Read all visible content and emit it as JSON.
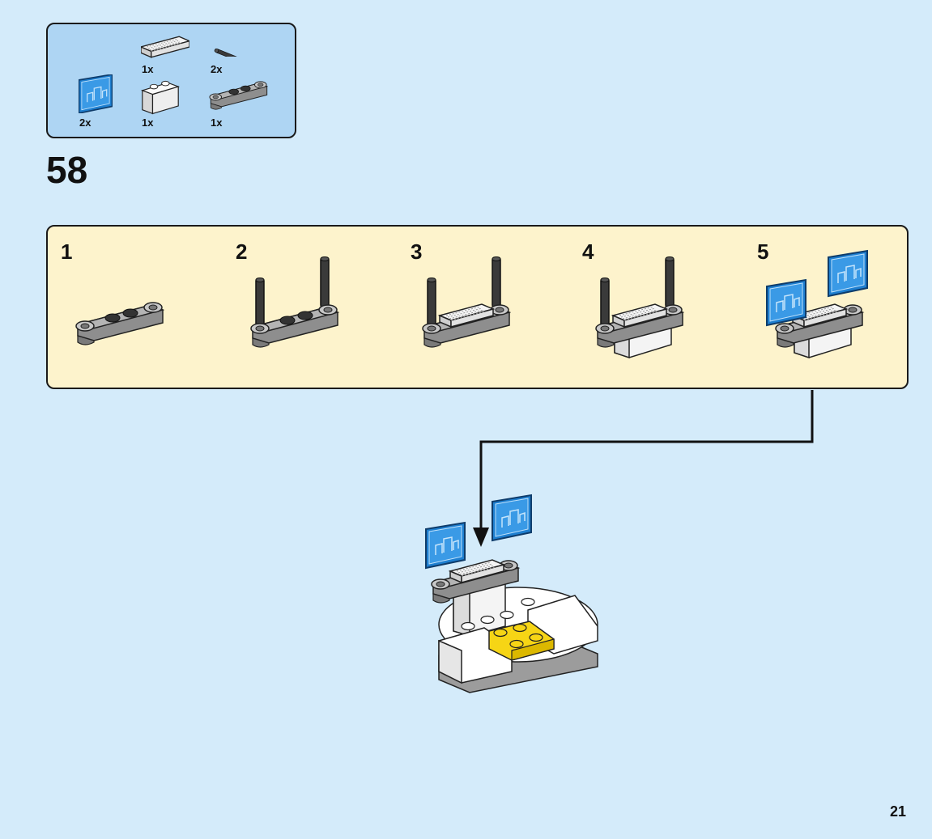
{
  "parts_list": {
    "items": [
      {
        "name": "white-printed-tile-1x2",
        "qty": "1x"
      },
      {
        "name": "black-bar",
        "qty": "2x"
      },
      {
        "name": "blue-screen-tile",
        "qty": "2x"
      },
      {
        "name": "white-brick-1x2",
        "qty": "1x"
      },
      {
        "name": "gray-plate-with-rings",
        "qty": "1x"
      }
    ]
  },
  "step": {
    "number": "58"
  },
  "substeps": [
    {
      "number": "1"
    },
    {
      "number": "2"
    },
    {
      "number": "3"
    },
    {
      "number": "4"
    },
    {
      "number": "5"
    }
  ],
  "colors": {
    "background": "#d4ebfa",
    "parts_box": "#aed5f3",
    "substeps_box": "#fdf3cc",
    "lego_gray": "#9c9c9c",
    "lego_black": "#3a3a3a",
    "lego_blue": "#1e7fd0",
    "lego_yellow": "#f6d515",
    "lego_white": "#ffffff"
  },
  "page": {
    "number": "21"
  }
}
